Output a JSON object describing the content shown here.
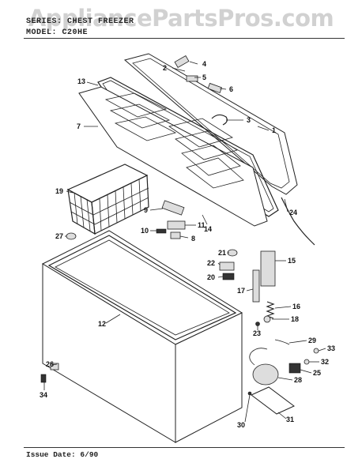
{
  "header": {
    "series_line": "SERIES: CHEST FREEZER",
    "model_line": "MODEL: C20HE"
  },
  "watermark": "AppliancePartsPros.com",
  "footer": {
    "issue_date": "Issue Date: 6/90"
  },
  "callouts": [
    "1",
    "2",
    "3",
    "4",
    "5",
    "6",
    "7",
    "8",
    "9",
    "10",
    "11",
    "12",
    "13",
    "14",
    "15",
    "16",
    "17",
    "18",
    "19",
    "20",
    "21",
    "22",
    "23",
    "24",
    "25",
    "26",
    "27",
    "28",
    "29",
    "30",
    "31",
    "32",
    "33",
    "34"
  ]
}
